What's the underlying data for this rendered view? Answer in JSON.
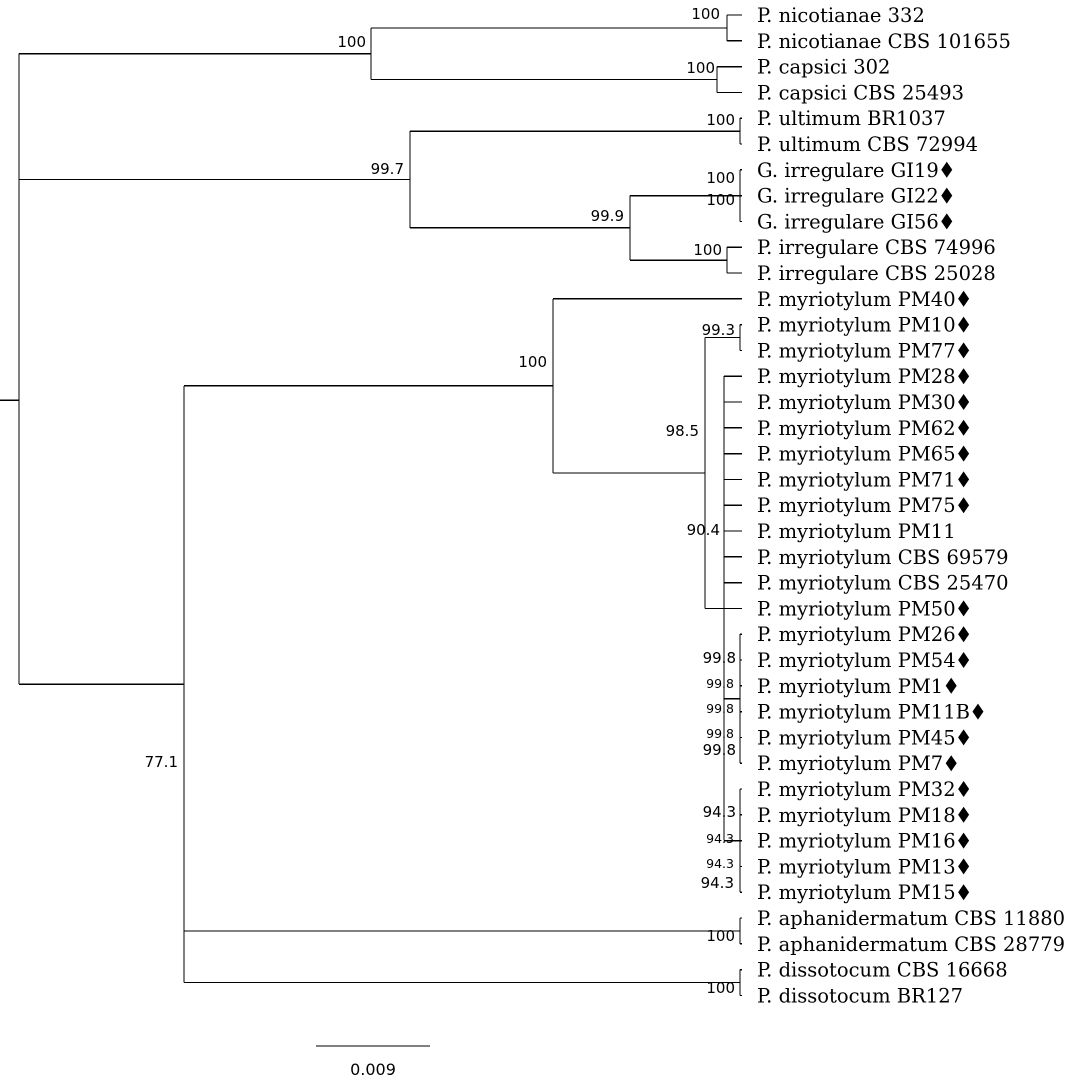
{
  "tree": {
    "taxa": [
      {
        "label": "P. nicotianae 332",
        "marked": false
      },
      {
        "label": "P. nicotianae CBS 101655",
        "marked": false
      },
      {
        "label": "P. capsici 302",
        "marked": false
      },
      {
        "label": "P. capsici CBS 25493",
        "marked": false
      },
      {
        "label": "P. ultimum BR1037",
        "marked": false
      },
      {
        "label": "P. ultimum CBS 72994",
        "marked": false
      },
      {
        "label": "G. irregulare GI19",
        "marked": true
      },
      {
        "label": "G. irregulare GI22",
        "marked": true
      },
      {
        "label": "G. irregulare GI56",
        "marked": true
      },
      {
        "label": "P. irregulare CBS 74996",
        "marked": false
      },
      {
        "label": "P. irregulare CBS 25028",
        "marked": false
      },
      {
        "label": "P. myriotylum PM40",
        "marked": true
      },
      {
        "label": "P. myriotylum PM10",
        "marked": true
      },
      {
        "label": "P. myriotylum PM77",
        "marked": true
      },
      {
        "label": "P. myriotylum PM28",
        "marked": true
      },
      {
        "label": "P. myriotylum PM30",
        "marked": true
      },
      {
        "label": "P. myriotylum PM62",
        "marked": true
      },
      {
        "label": "P. myriotylum PM65",
        "marked": true
      },
      {
        "label": "P. myriotylum PM71",
        "marked": true
      },
      {
        "label": "P. myriotylum PM75",
        "marked": true
      },
      {
        "label": "P. myriotylum PM11",
        "marked": false
      },
      {
        "label": "P. myriotylum CBS 69579",
        "marked": false
      },
      {
        "label": "P. myriotylum CBS 25470",
        "marked": false
      },
      {
        "label": "P. myriotylum PM50",
        "marked": true
      },
      {
        "label": "P. myriotylum PM26",
        "marked": true
      },
      {
        "label": "P. myriotylum PM54",
        "marked": true
      },
      {
        "label": "P. myriotylum PM1",
        "marked": true
      },
      {
        "label": "P. myriotylum PM11B",
        "marked": true
      },
      {
        "label": "P. myriotylum PM45",
        "marked": true
      },
      {
        "label": "P. myriotylum PM7",
        "marked": true
      },
      {
        "label": "P. myriotylum PM32",
        "marked": true
      },
      {
        "label": "P. myriotylum PM18",
        "marked": true
      },
      {
        "label": "P. myriotylum PM16",
        "marked": true
      },
      {
        "label": "P. myriotylum PM13",
        "marked": true
      },
      {
        "label": "P. myriotylum PM15",
        "marked": true
      },
      {
        "label": "P. aphanidermatum CBS 11880",
        "marked": false
      },
      {
        "label": "P. aphanidermatum CBS 28779",
        "marked": false
      },
      {
        "label": "P. dissotocum CBS 16668",
        "marked": false
      },
      {
        "label": "P. dissotocum BR127",
        "marked": false
      }
    ],
    "support_values": [
      "100",
      "100",
      "100",
      "99.7",
      "100",
      "99.9",
      "100",
      "100",
      "100",
      "100",
      "99.3",
      "98.5",
      "90.4",
      "99.8",
      "99.8",
      "99.8",
      "99.8",
      "99.8",
      "94.3",
      "94.3",
      "94.3",
      "94.3",
      "77.1",
      "100",
      "100"
    ],
    "marker_symbol": "diamond",
    "scale_bar": {
      "label": "0.009"
    }
  }
}
